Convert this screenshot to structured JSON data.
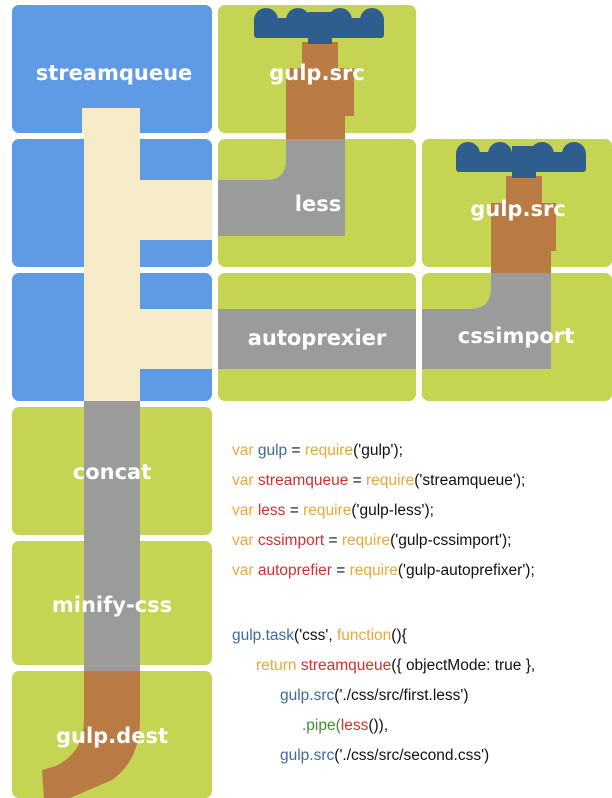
{
  "diagram": {
    "labels": {
      "streamqueue": "streamqueue",
      "gulp_src_1": "gulp.src",
      "less": "less",
      "gulp_src_2": "gulp.src",
      "autoprexier": "autoprexier",
      "cssimport": "cssimport",
      "concat": "concat",
      "minify_css": "minify-css",
      "gulp_dest": "gulp.dest"
    },
    "colors": {
      "tile_green": "#c5d452",
      "tile_blue": "#5f9be4",
      "pipe_cream": "#f7ecc9",
      "pipe_gray": "#9b9b9b",
      "pipe_brown": "#b97a44",
      "valve_handle": "#2f5e8e",
      "code_keyword": "#e8a83c",
      "code_variable": "#d0312d",
      "code_object": "#3f6b9a",
      "code_function": "#3f8f2f"
    },
    "icons": [
      "valve-handle-icon",
      "valve-handle-icon"
    ]
  },
  "code": {
    "l1": {
      "kw": "var",
      "name": "gulp",
      "eq": " = ",
      "req": "require",
      "arg": "('gulp');"
    },
    "l2": {
      "kw": "var",
      "name": "streamqueue",
      "eq": " = ",
      "req": "require",
      "arg": "('streamqueue');"
    },
    "l3": {
      "kw": "var",
      "name": "less",
      "eq": " = ",
      "req": "require",
      "arg": "('gulp-less');"
    },
    "l4": {
      "kw": "var",
      "name": "cssimport",
      "eq": " = ",
      "req": "require",
      "arg": "('gulp-cssimport');"
    },
    "l5": {
      "kw": "var",
      "name": "autoprefier",
      "eq": " = ",
      "req": "require",
      "arg": "('gulp-autoprefixer');"
    },
    "l6": {
      "obj": "gulp.task",
      "a": "('css', ",
      "fn": "function",
      "b": "(){"
    },
    "l7": {
      "kw": "return",
      "name": "streamqueue",
      "rest": "({ objectMode: true },"
    },
    "l8": {
      "obj": "gulp.src",
      "rest": "('./css/src/first.less')"
    },
    "l9": {
      "fn": ".pipe(",
      "name": "less",
      "rest": "()),"
    },
    "l10": {
      "obj": "gulp.src",
      "rest": "('./css/src/second.css')"
    }
  }
}
